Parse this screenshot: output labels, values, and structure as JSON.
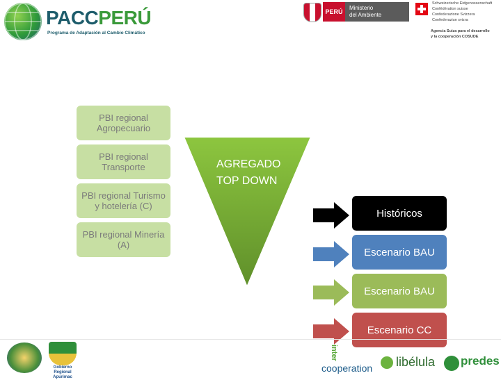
{
  "header": {
    "brand_prefix": "PACC",
    "brand_suffix": "PERÚ",
    "brand_subtitle": "Programa de Adaptación al Cambio Climático",
    "minam_country": "PERÚ",
    "minam_line1": "Ministerio",
    "minam_line2": "del Ambiente",
    "swiss_lines": [
      "Schweizerische Eidgenossenschaft",
      "Confédération suisse",
      "Confederazione Svizzera",
      "Confederaziun svizra"
    ],
    "swiss_agency_line1": "Agencia Suiza para el desarrollo",
    "swiss_agency_line2": "y la cooperación COSUDE"
  },
  "inputs": [
    {
      "label": "PBI regional Agropecuario"
    },
    {
      "label": "PBI regional Transporte"
    },
    {
      "label": "PBI regional Turismo y hotelería (C)"
    },
    {
      "label": "PBI regional Minería (A)"
    }
  ],
  "funnel": {
    "line1": "AGREGADO",
    "line2": "TOP DOWN"
  },
  "outputs": [
    {
      "label": "Históricos",
      "color": "#000000",
      "arrow_color": "#000000"
    },
    {
      "label": "Escenario BAU",
      "color": "#4f81bd",
      "arrow_color": "#4f81bd"
    },
    {
      "label": "Escenario BAU",
      "color": "#9bbb59",
      "arrow_color": "#9bbb59"
    },
    {
      "label": "Escenario CC",
      "color": "#c0504d",
      "arrow_color": "#c0504d"
    }
  ],
  "footer": {
    "gob_regional_line1": "Gobierno Regional",
    "gob_regional_line2": "Apurimac",
    "intercoop_top": "inter",
    "intercoop_bottom": "cooperation",
    "libelula": "libélula",
    "predes": "predes"
  },
  "colors": {
    "input_box": "#c7dfa3",
    "input_text": "#7b7b7b",
    "funnel_top": "#8dc63f",
    "funnel_bottom": "#5f8f2a",
    "brand_dark": "#1d5c6b",
    "brand_green": "#3a9a3a"
  }
}
